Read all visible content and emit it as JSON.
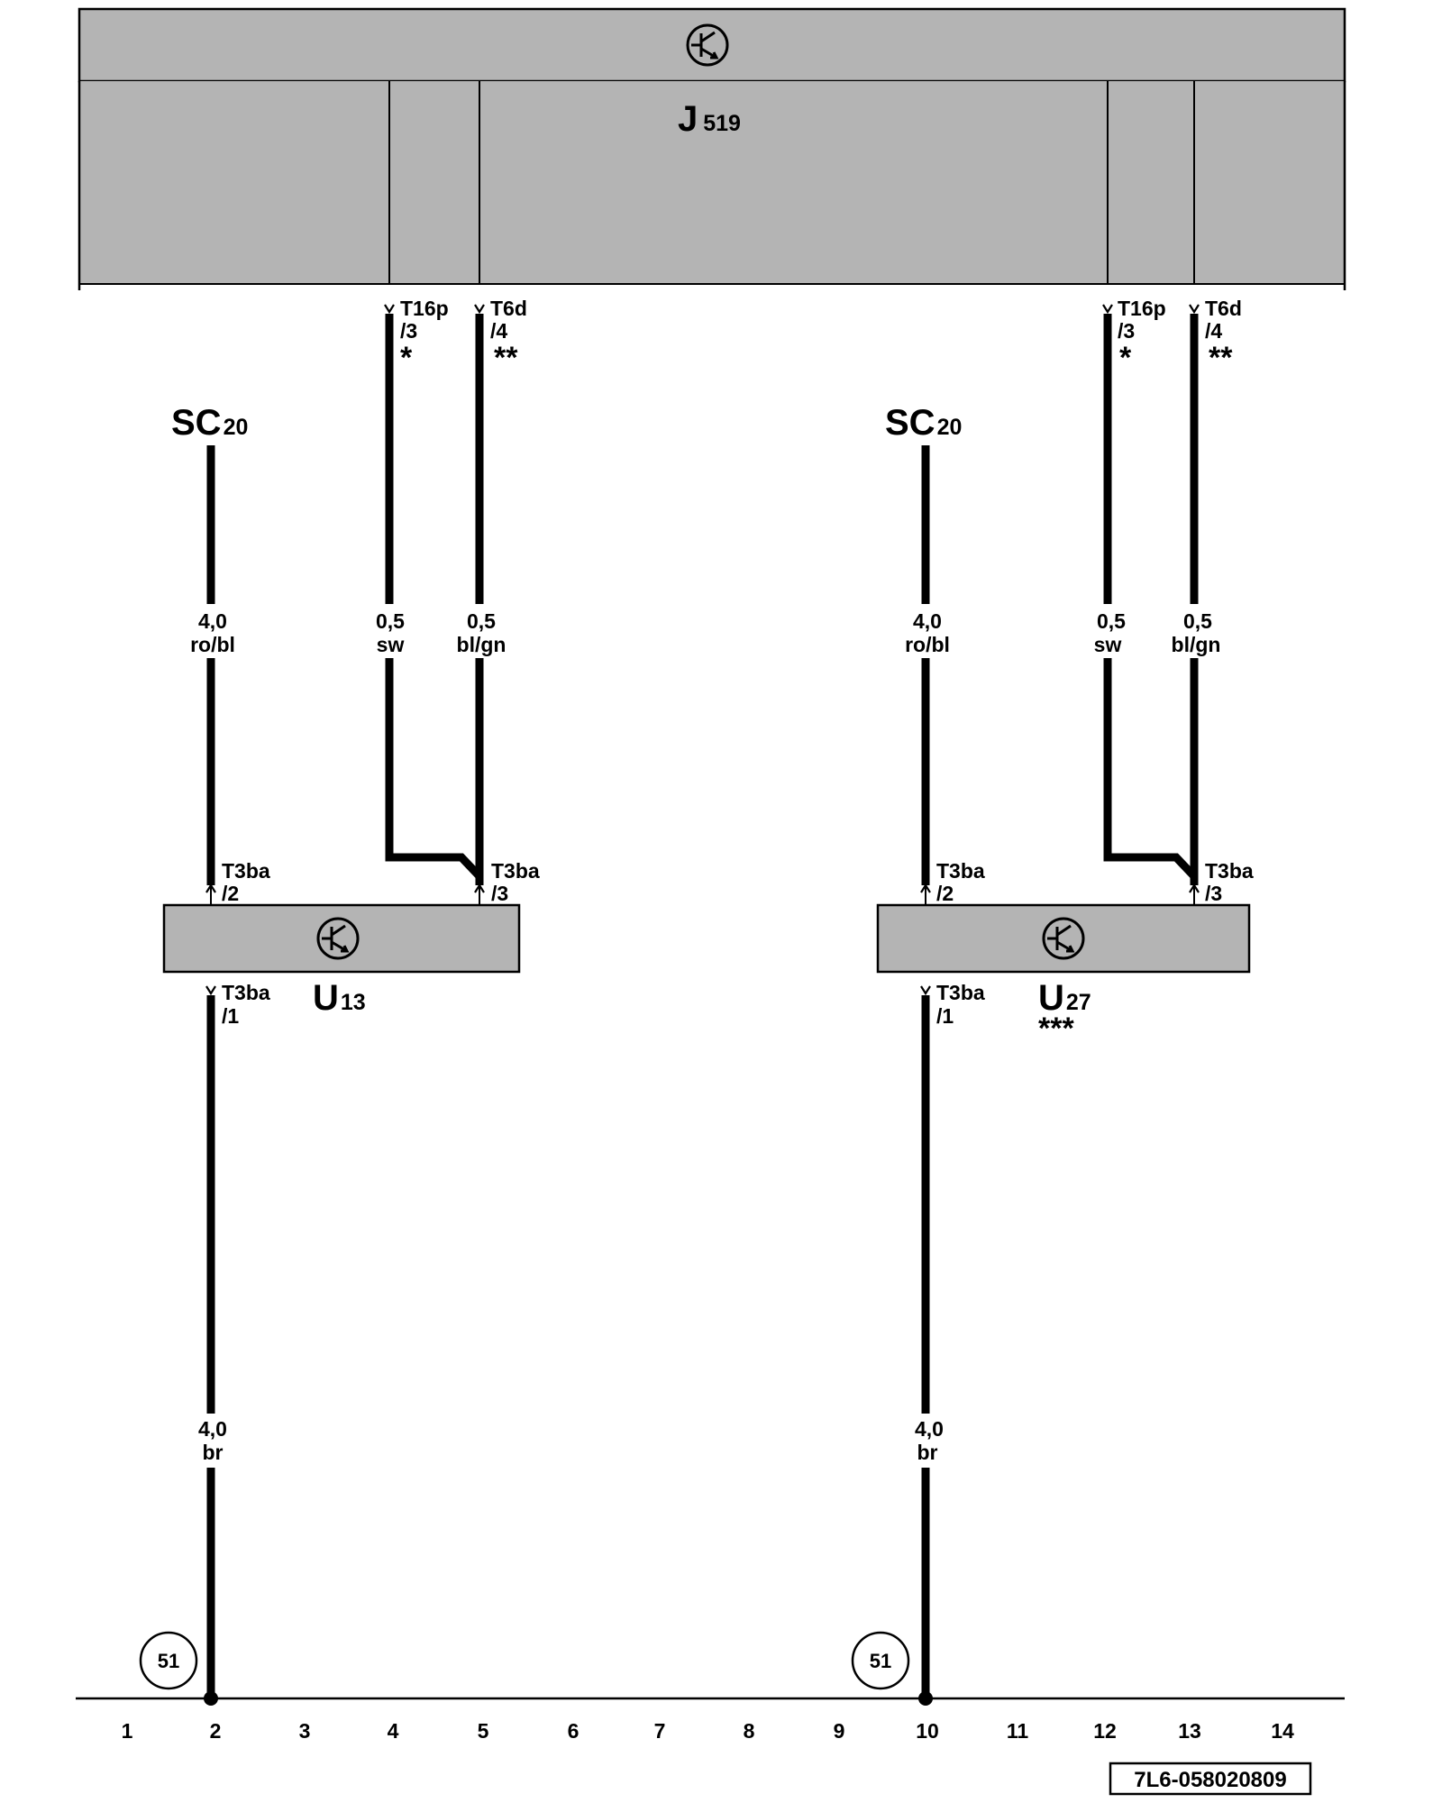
{
  "colors": {
    "module_fill": "#b4b4b4",
    "stroke": "#000000",
    "background": "#ffffff"
  },
  "module_top": {
    "name": "J",
    "sub": "519",
    "icon": "transistor-icon"
  },
  "connectors_top": {
    "left_1": {
      "name": "T16p",
      "pin": "/3",
      "mark": "*"
    },
    "left_2": {
      "name": "T6d",
      "pin": "/4",
      "mark": "**"
    },
    "right_1": {
      "name": "T16p",
      "pin": "/3",
      "mark": "*"
    },
    "right_2": {
      "name": "T6d",
      "pin": "/4",
      "mark": "**"
    }
  },
  "supply": {
    "left": {
      "name": "SC",
      "sub": "20"
    },
    "right": {
      "name": "SC",
      "sub": "20"
    }
  },
  "wires": {
    "left_supply": {
      "gauge": "4,0",
      "color": "ro/bl"
    },
    "left_sw": {
      "gauge": "0,5",
      "color": "sw"
    },
    "left_blgn": {
      "gauge": "0,5",
      "color": "bl/gn"
    },
    "right_supply": {
      "gauge": "4,0",
      "color": "ro/bl"
    },
    "right_sw": {
      "gauge": "0,5",
      "color": "sw"
    },
    "right_blgn": {
      "gauge": "0,5",
      "color": "bl/gn"
    },
    "left_ground": {
      "gauge": "4,0",
      "color": "br"
    },
    "right_ground": {
      "gauge": "4,0",
      "color": "br"
    }
  },
  "modules_bottom": {
    "left": {
      "name": "U",
      "sub": "13",
      "mark": "",
      "icon": "transistor-icon",
      "pin_in_a": {
        "name": "T3ba",
        "pin": "/2"
      },
      "pin_in_b": {
        "name": "T3ba",
        "pin": "/3"
      },
      "pin_out": {
        "name": "T3ba",
        "pin": "/1"
      }
    },
    "right": {
      "name": "U",
      "sub": "27",
      "mark": "***",
      "icon": "transistor-icon",
      "pin_in_a": {
        "name": "T3ba",
        "pin": "/2"
      },
      "pin_in_b": {
        "name": "T3ba",
        "pin": "/3"
      },
      "pin_out": {
        "name": "T3ba",
        "pin": "/1"
      }
    }
  },
  "ground_refs": {
    "left": "51",
    "right": "51"
  },
  "columns": [
    "1",
    "2",
    "3",
    "4",
    "5",
    "6",
    "7",
    "8",
    "9",
    "10",
    "11",
    "12",
    "13",
    "14"
  ],
  "doc_id": "7L6-058020809"
}
